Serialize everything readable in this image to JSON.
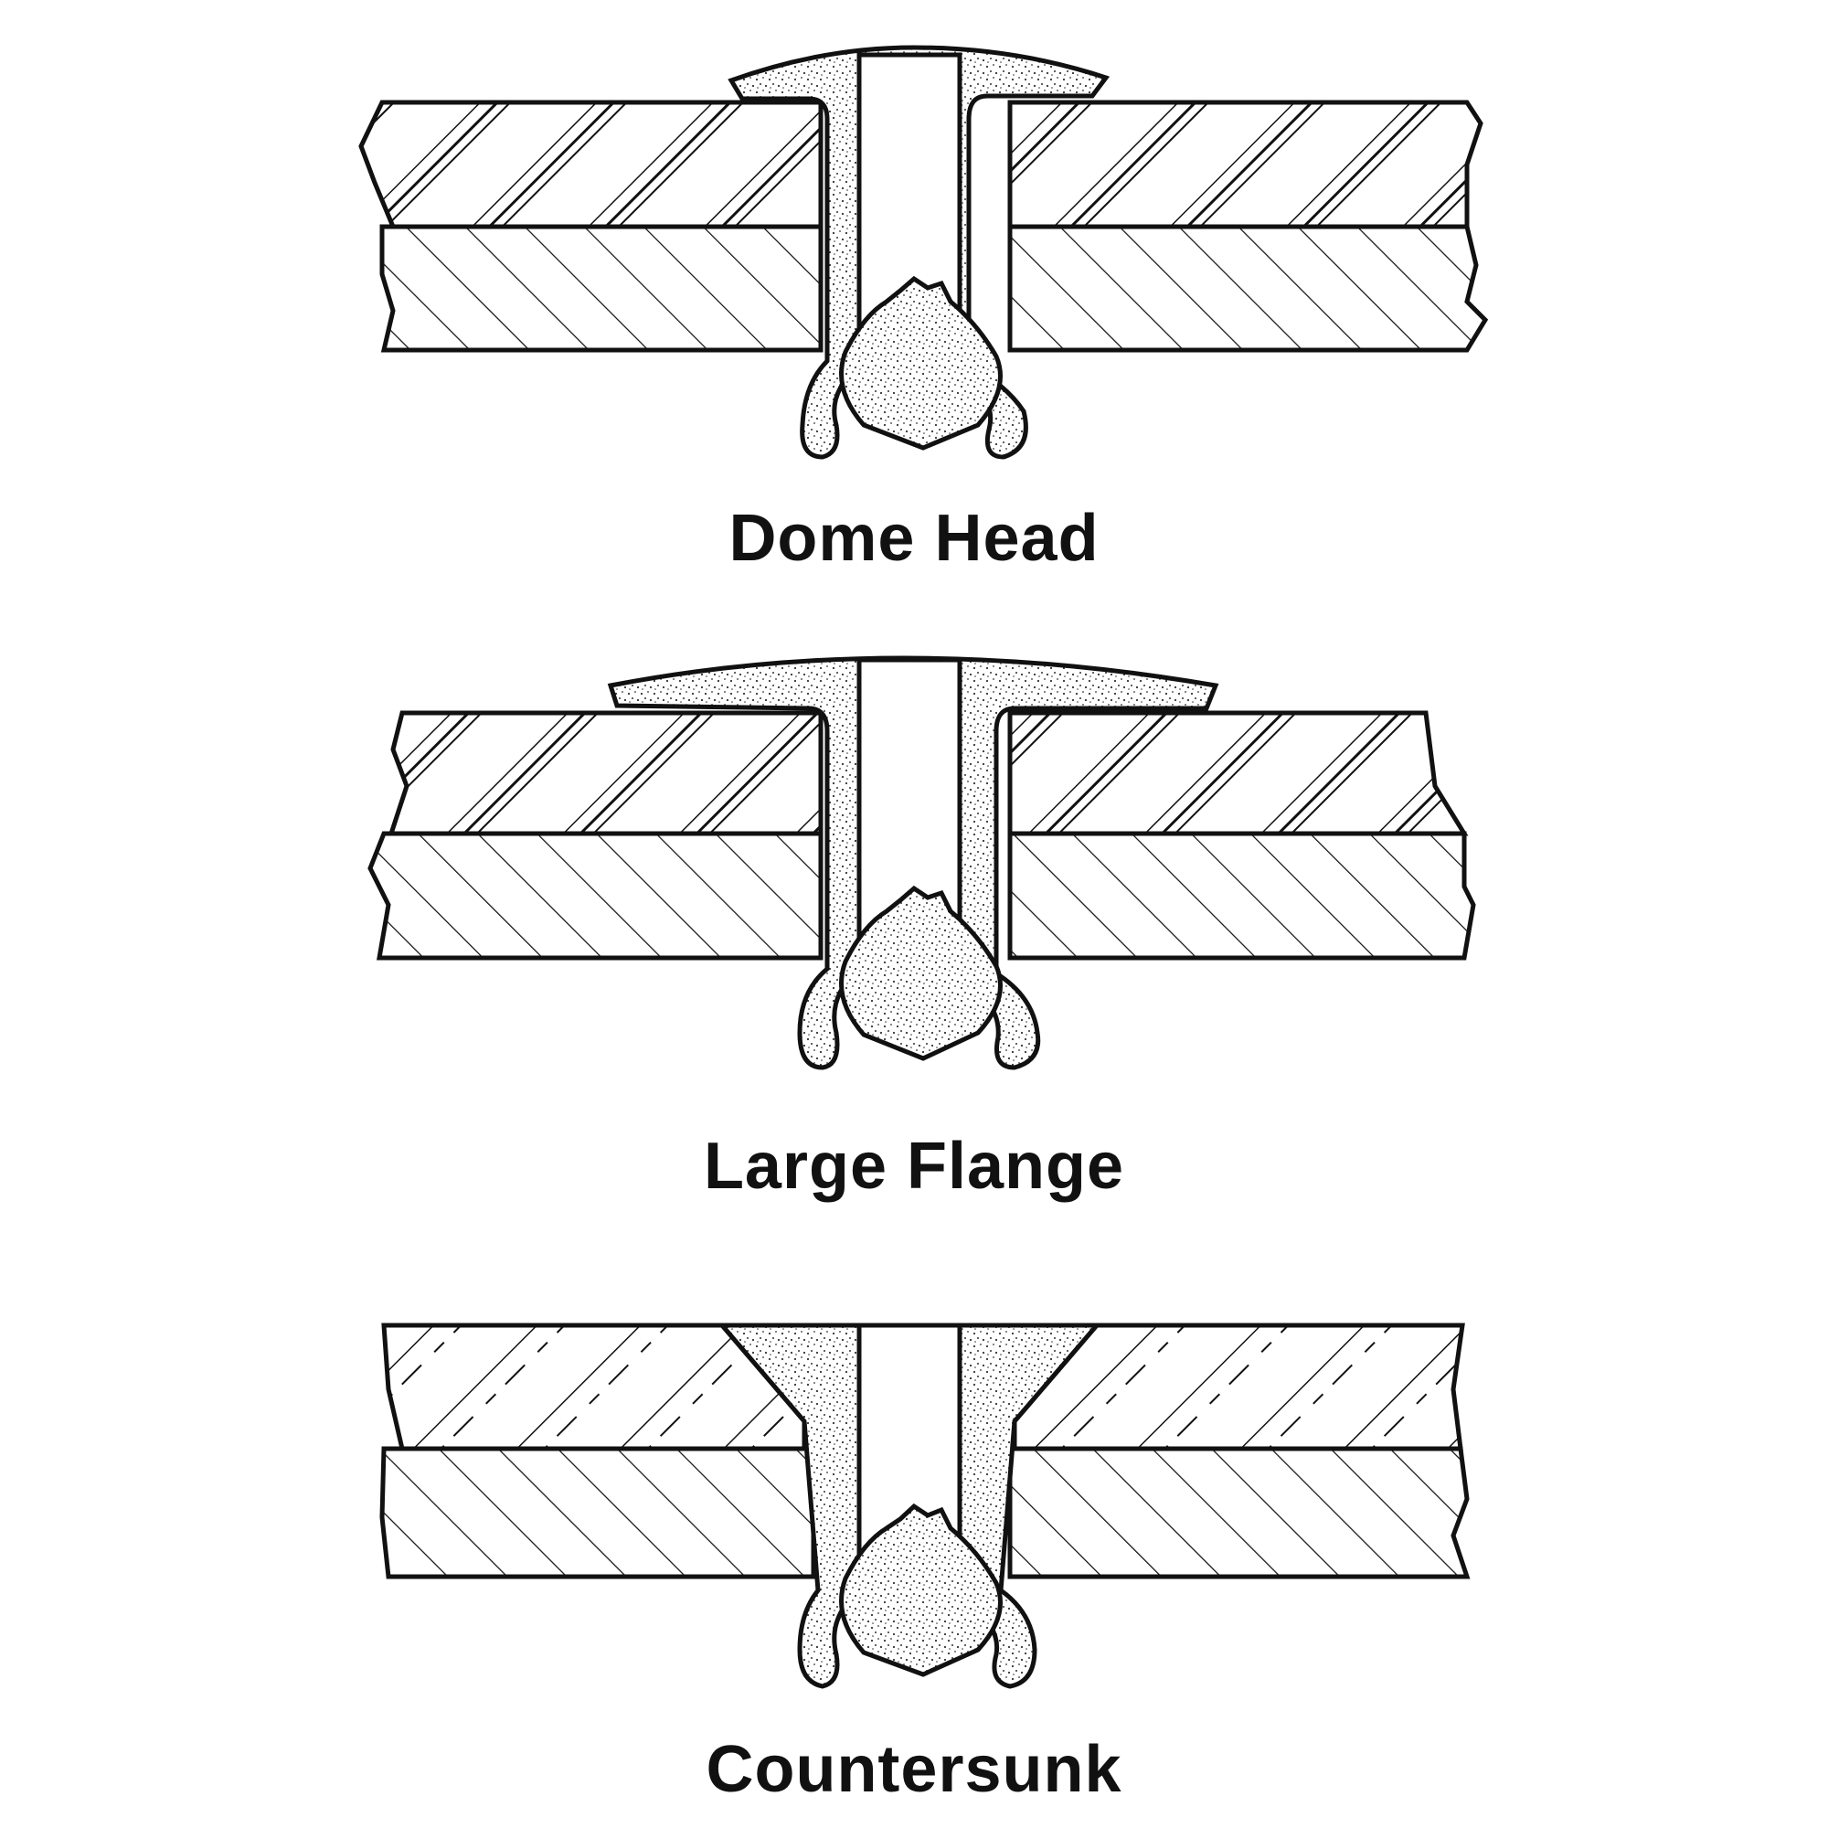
{
  "colors": {
    "ink": "#111111",
    "paper": "#ffffff",
    "stipple": "#333333"
  },
  "panels": [
    {
      "id": "dome-head",
      "head_style": "dome",
      "caption": "Dome Head"
    },
    {
      "id": "large-flange",
      "head_style": "large-flange",
      "caption": "Large Flange"
    },
    {
      "id": "countersunk",
      "head_style": "countersunk",
      "caption": "Countersunk"
    }
  ]
}
